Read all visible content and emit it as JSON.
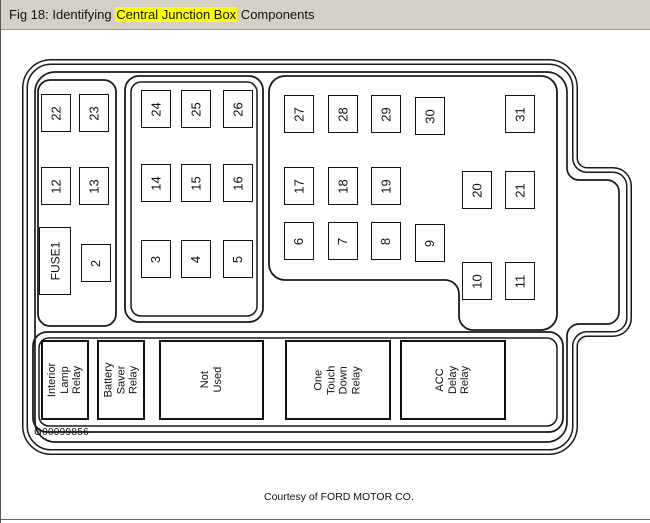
{
  "header": {
    "prefix": "Fig 18: Identifying ",
    "highlight": "Central Junction Box",
    "suffix": " Components"
  },
  "colors": {
    "header_bar": "#d4d0c8",
    "highlight": "#ffff00",
    "line": "#1a1a1a",
    "background": "#ffffff"
  },
  "fuses": {
    "2": "2",
    "3": "3",
    "4": "4",
    "5": "5",
    "6": "6",
    "7": "7",
    "8": "8",
    "9": "9",
    "10": "10",
    "11": "11",
    "12": "12",
    "13": "13",
    "14": "14",
    "15": "15",
    "16": "16",
    "17": "17",
    "18": "18",
    "19": "19",
    "20": "20",
    "21": "21",
    "22": "22",
    "23": "23",
    "24": "24",
    "25": "25",
    "26": "26",
    "27": "27",
    "28": "28",
    "29": "29",
    "30": "30",
    "31": "31",
    "fuse1": "FUSE1"
  },
  "relays": {
    "interior_lamp": "Interior\nLamp\nRelay",
    "battery_saver": "Battery\nSaver\nRelay",
    "not_used": "Not\nUsed",
    "one_touch_down": "One\nTouch\nDown\nRelay",
    "acc_delay": "ACC\nDelay\nRelay"
  },
  "notes": {
    "part_number": "G00099856",
    "courtesy": "Courtesy of FORD MOTOR CO."
  }
}
